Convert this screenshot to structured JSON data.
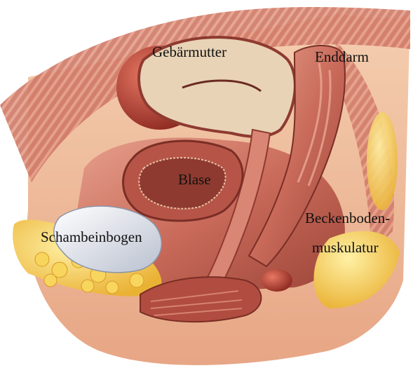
{
  "labels": {
    "uterus": "Gebärmutter",
    "rectum": "Enddarm",
    "bladder": "Blase",
    "pubic_arch": "Schambeinbogen",
    "pelvic_floor_line1": "Beckenboden-",
    "pelvic_floor_line2": "muskulatur"
  },
  "colors": {
    "muscle": "#c96a5a",
    "muscle_dark": "#8e3a30",
    "skin": "#f2c9a6",
    "fat": "#f3c94a",
    "uterus": "#e8d3b6",
    "background": "#ffffff"
  }
}
